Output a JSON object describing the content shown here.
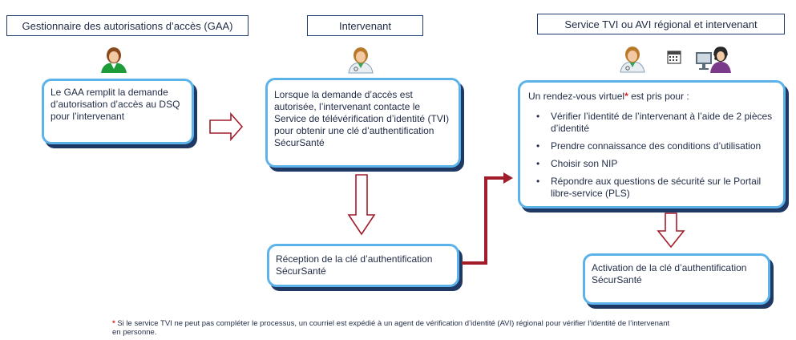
{
  "headers": {
    "gaa": "Gestionnaire des autorisations d’accès (GAA)",
    "intervenant": "Intervenant",
    "service": "Service TVI ou AVI régional et intervenant"
  },
  "boxes": {
    "gaa_request": "Le GAA remplit la demande d’autorisation d’accès au DSQ pour l’intervenant",
    "intervenant_contact": "Lorsque la demande d’accès est autorisée, l’intervenant contacte le Service de télévérification d’identité (TVI) pour obtenir une clé d’authentification SécurSanté",
    "reception": "Réception de la clé d’authentification SécurSanté",
    "rendezvous_intro": "Un rendez-vous virtuel",
    "rendezvous_star": "*",
    "rendezvous_suffix": " est pris pour :",
    "rendezvous_items": [
      "Vérifier l’identité de l’intervenant à l’aide de 2 pièces d’identité",
      "Prendre connaissance des conditions d’utilisation",
      "Choisir son NIP",
      "Répondre aux questions de sécurité sur le Portail libre-service (PLS)"
    ],
    "activation": "Activation de la clé d’authentification SécurSanté"
  },
  "footnote": {
    "star": "*",
    "text": " Si le service TVI ne peut pas compléter le processus, un courriel est expédié à un agent de vérification d’identité (AVI) régional pour vérifier  l’identité de l’intervenant en personne."
  },
  "icons": {
    "gaa_person": "person-icon",
    "intervenant_person": "doctor-icon",
    "service_person": "doctor-icon",
    "calendar": "calendar-icon",
    "agent": "agent-computer-icon"
  },
  "colors": {
    "box_border": "#5cb3ea",
    "box_shadow": "#1f3864",
    "arrow": "#a11d2b",
    "star": "#e02020"
  }
}
